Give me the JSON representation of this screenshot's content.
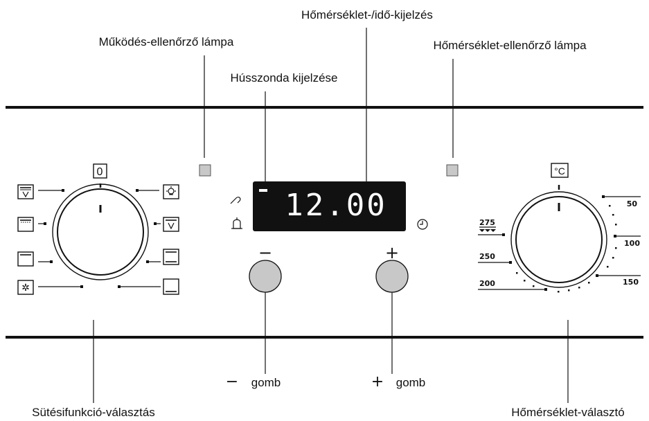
{
  "labels": {
    "temp_time_display": "Hőmérséklet-/idő-kijelzés",
    "operation_lamp": "Működés-ellenőrző lámpa",
    "meat_probe_display": "Hússzonda kijelzése",
    "temp_control_lamp": "Hőmérséklet-ellenőrző lámpa",
    "minus_button": "gomb",
    "plus_button": "gomb",
    "function_selector": "Sütésifunkció-választás",
    "temp_selector": "Hőmérséklet-választó"
  },
  "display": {
    "time": "12.00",
    "indicator": "−"
  },
  "buttons": {
    "minus_symbol": "−",
    "plus_symbol": "+"
  },
  "function_dial": {
    "off_label": "0"
  },
  "temperature_dial": {
    "unit_label": "°C",
    "marks": [
      "50",
      "100",
      "150",
      "200",
      "250",
      "275"
    ]
  },
  "colors": {
    "lamp": "#c8c8c8",
    "knob": "#c8c8c8",
    "display_bg": "#111111"
  },
  "icons": {
    "probe": "probe-icon",
    "bell": "bell-icon",
    "clock": "clock-icon",
    "grill_symbol": "grill-icon"
  }
}
